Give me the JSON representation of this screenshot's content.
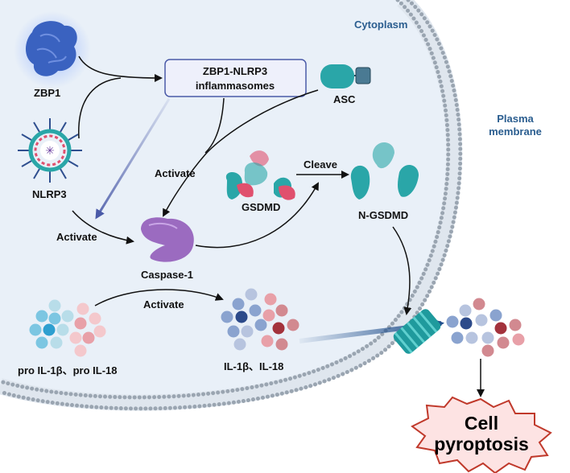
{
  "labels": {
    "cytoplasm": "Cytoplasm",
    "plasma_membrane_line1": "Plasma",
    "plasma_membrane_line2": "membrane",
    "zbp1": "ZBP1",
    "inflammasome_line1": "ZBP1-NLRP3",
    "inflammasome_line2": "inflammasomes",
    "asc": "ASC",
    "nlrp3": "NLRP3",
    "activate_mid": "Activate",
    "activate_left": "Activate",
    "activate_bottom": "Activate",
    "cleave": "Cleave",
    "gsdmd": "GSDMD",
    "n_gsdmd": "N-GSDMD",
    "caspase1": "Caspase-1",
    "pro_il": "pro IL-1β、pro IL-18",
    "il": "IL-1β、IL-18",
    "cell_line1": "Cell",
    "cell_line2": "pyroptosis"
  },
  "colors": {
    "cytoplasm_fill": "#e9f0f8",
    "membrane_dot": "#9aa5b1",
    "inflammasome_border": "#4a5aa8",
    "inflammasome_fill": "#eef0fb",
    "caspase": "#9b6bc0",
    "gsdmd_teal": "#2aa6a8",
    "gsdmd_pink": "#e0506e",
    "pore_teal": "#1f9a9d",
    "starburst_fill": "#fde3e3",
    "starburst_stroke": "#c0392b",
    "arrow_blue": "#1f4e8c",
    "zbp1_blue": "#3a62c0"
  }
}
